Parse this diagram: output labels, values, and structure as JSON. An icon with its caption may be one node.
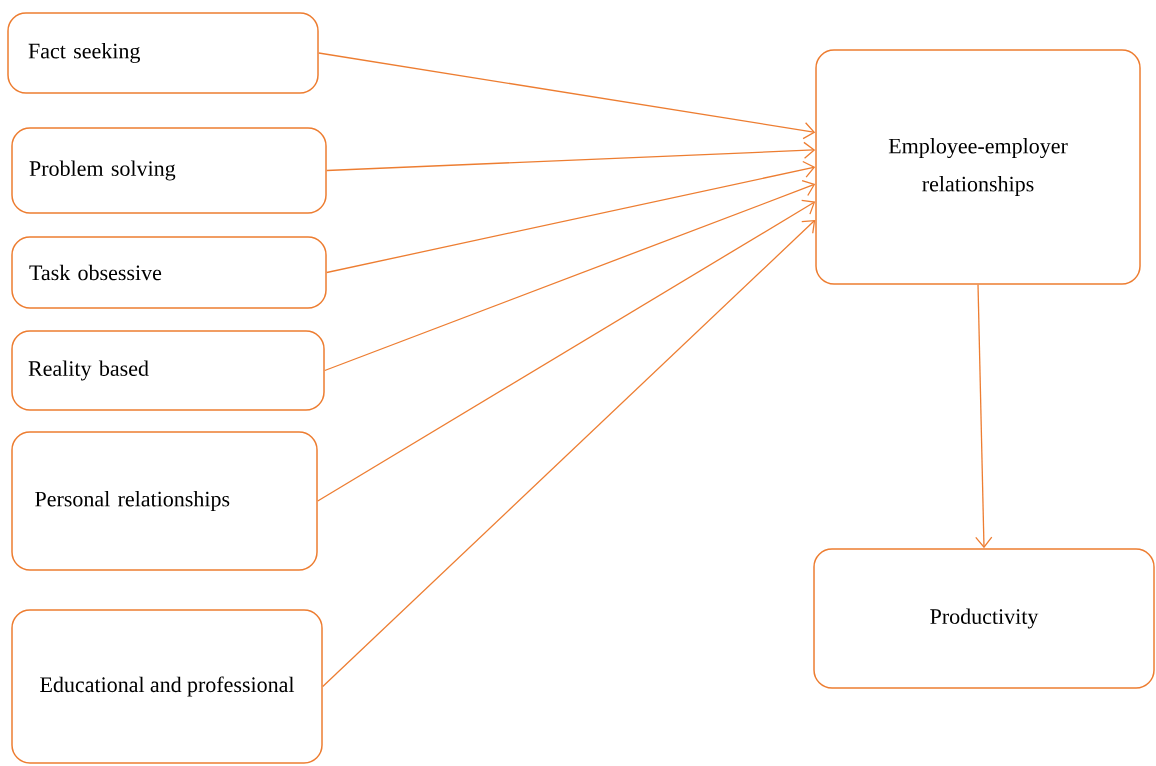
{
  "diagram": {
    "nodes": [
      {
        "text": [
          "Fact seeking"
        ]
      },
      {
        "text": [
          "Problem solving"
        ]
      },
      {
        "text": [
          "Task obsessive"
        ]
      },
      {
        "text": [
          "Reality based"
        ]
      },
      {
        "text": [
          "Personal relationships"
        ]
      },
      {
        "text": [
          "Educational and professional"
        ]
      },
      {
        "text": [
          "Employee-employer relationships"
        ]
      },
      {
        "text": [
          "Productivity"
        ]
      }
    ],
    "edges": [
      {
        "from": 0,
        "to": 6,
        "arrow": "to"
      },
      {
        "from": 1,
        "to": 6,
        "arrow": "to"
      },
      {
        "from": 2,
        "to": 6,
        "arrow": "to"
      },
      {
        "from": 3,
        "to": 6,
        "arrow": "to"
      },
      {
        "from": 4,
        "to": 6,
        "arrow": "to"
      },
      {
        "from": 5,
        "to": 6,
        "arrow": "to"
      },
      {
        "from": 6,
        "to": 7,
        "arrow": "to"
      }
    ]
  }
}
